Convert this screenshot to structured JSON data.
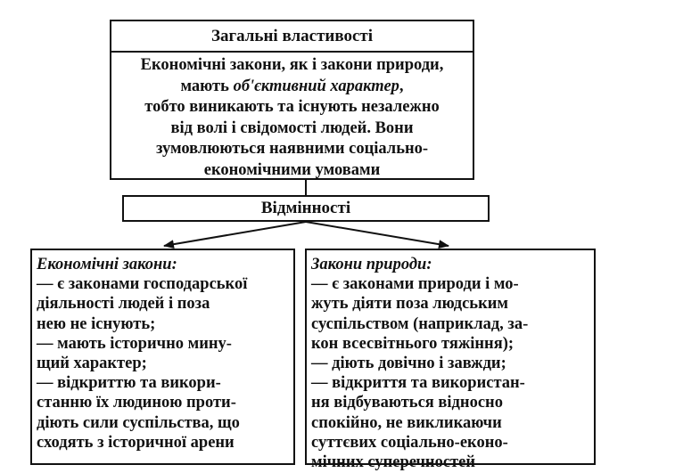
{
  "general": {
    "title": "Загальні властивості",
    "line1": "Економічні закони, як і закони природи,",
    "line2_pre": "мають ",
    "line2_em": "об'єктивний характер",
    "line2_post": ",",
    "line3": "тобто виникають та існують незалежно",
    "line4": "від волі і свідомості людей. Вони",
    "line5": "зумовлюються наявними соціально-",
    "line6": "економічними умовами"
  },
  "differences": {
    "title": "Відмінності"
  },
  "economic": {
    "title": "Економічні закони:",
    "lines": [
      "— є законами господарської",
      "діяльності людей і поза",
      "нею не існують;",
      "— мають історично мину-",
      "щий характер;",
      "— відкриттю та викори-",
      "станню їх людиною проти-",
      "діють сили суспільства, що",
      "сходять з історичної арени"
    ]
  },
  "nature": {
    "title": "Закони природи:",
    "lines": [
      "— є законами природи і мо-",
      "жуть діяти поза людським",
      "суспільством (наприклад, за-",
      "кон всесвітнього тяжіння);",
      "— діють довічно і завжди;",
      "— відкриття та використан-",
      "ня відбуваються відносно",
      "спокійно, не викликаючи",
      "суттєвих соціально-еконо-",
      "мічних суперечностей"
    ]
  }
}
